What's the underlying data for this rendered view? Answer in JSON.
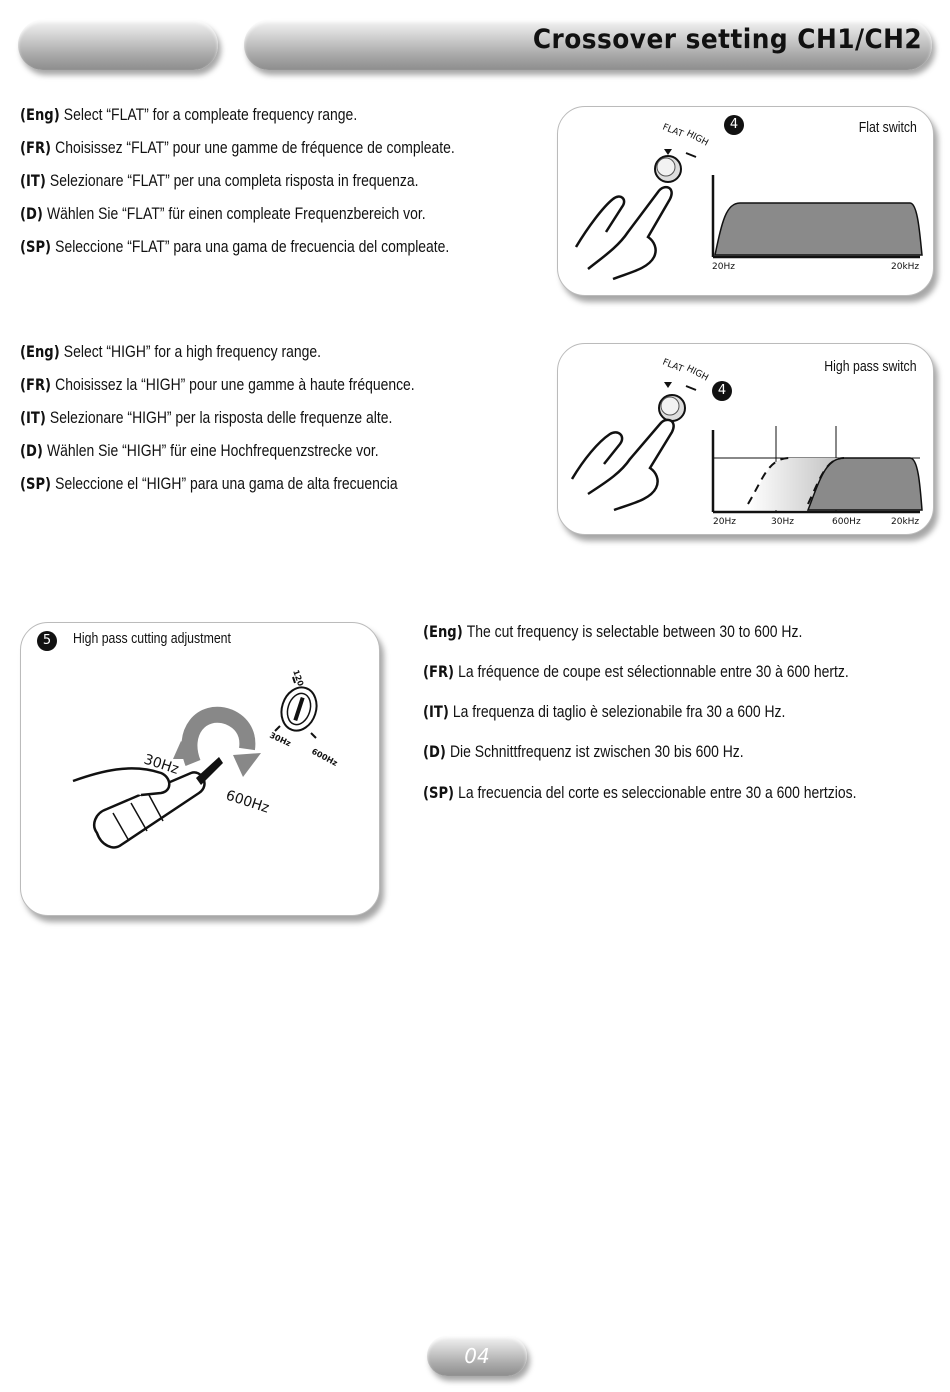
{
  "header": {
    "title": "Crossover setting CH1/CH2"
  },
  "flat_section": {
    "lines": [
      {
        "lang": "(Eng)",
        "text": "Select “FLAT” for a compleate frequency range."
      },
      {
        "lang": "(FR)",
        "text": "Choisissez “FLAT” pour une gamme de fréquence de compleate."
      },
      {
        "lang": "(IT)",
        "text": "Selezionare “FLAT” per una completa risposta in frequenza."
      },
      {
        "lang": "(D)",
        "text": "Wählen Sie “FLAT” für einen compleate Frequenzbereich vor."
      },
      {
        "lang": "(SP)",
        "text": "Seleccione “FLAT” para una gama de frecuencia del compleate."
      }
    ],
    "figure": {
      "step": "4",
      "label": "Flat switch",
      "switch_labels": {
        "flat": "FLAT",
        "high": "HIGH"
      },
      "axis_labels": [
        "20Hz",
        "20kHz"
      ]
    }
  },
  "high_section": {
    "lines": [
      {
        "lang": "(Eng)",
        "text": "Select “HIGH” for a high frequency range."
      },
      {
        "lang": "(FR)",
        "text": "Choisissez la “HIGH” pour une gamme à haute fréquence."
      },
      {
        "lang": "(IT)",
        "text": "Selezionare “HIGH” per la risposta delle frequenze alte."
      },
      {
        "lang": "(D)",
        "text": "Wählen Sie “HIGH” für eine Hochfrequenzstrecke vor."
      },
      {
        "lang": "(SP)",
        "text": "Seleccione el “HIGH” para una gama de alta frecuencia"
      }
    ],
    "figure": {
      "step": "4",
      "label": "High pass switch",
      "switch_labels": {
        "flat": "FLAT",
        "high": "HIGH"
      },
      "axis_labels": [
        "20Hz",
        "30Hz",
        "600Hz",
        "20kHz"
      ]
    }
  },
  "adjust_section": {
    "figure": {
      "step": "5",
      "label": "High pass cutting adjustment",
      "knob_labels": {
        "top": "120",
        "left": "30Hz",
        "right": "600Hz"
      },
      "arrow_labels": {
        "left": "30Hz",
        "right": "600Hz"
      }
    },
    "lines": [
      {
        "lang": "(Eng)",
        "text": "The cut frequency is selectable between 30 to 600 Hz."
      },
      {
        "lang": "(FR)",
        "text": "La fréquence de coupe est sélectionnable entre 30 à 600 hertz."
      },
      {
        "lang": "(IT)",
        "text": "La frequenza di taglio è selezionabile fra 30 a 600 Hz."
      },
      {
        "lang": "(D)",
        "text": "Die Schnittfrequenz ist zwischen 30 bis 600 Hz."
      },
      {
        "lang": "(SP)",
        "text": "La frecuencia del corte es seleccionable entre 30 a 600 hertzios."
      }
    ]
  },
  "footer": {
    "page_number": "04"
  }
}
